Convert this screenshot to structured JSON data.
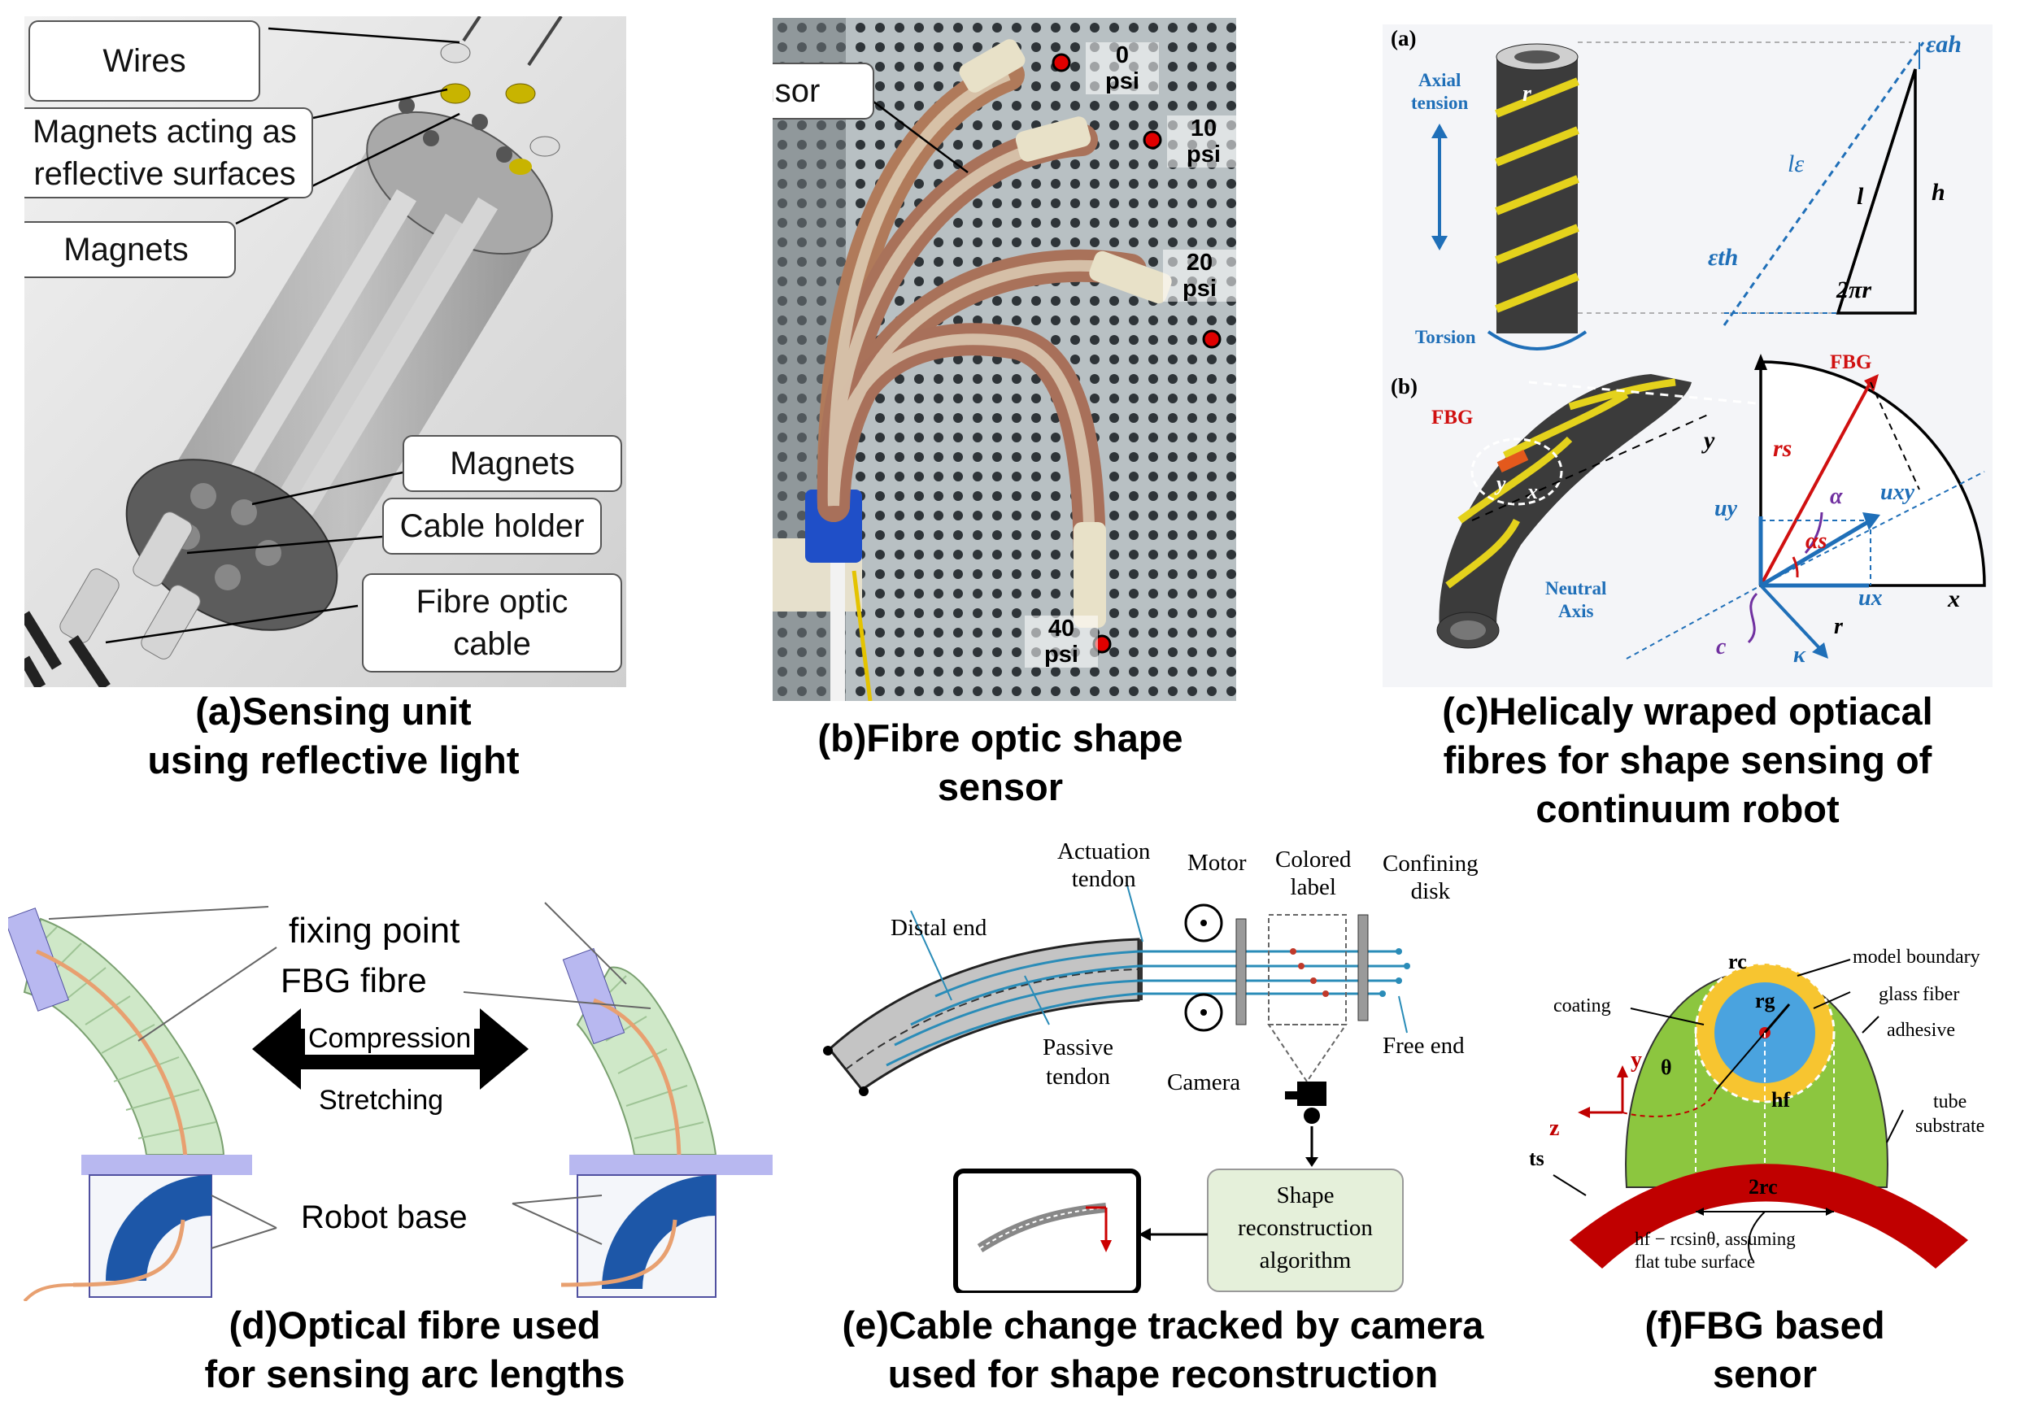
{
  "panel_a": {
    "caption_line1": "(a)Sensing unit",
    "caption_line2": "using reflective light",
    "callouts": {
      "wires": "Wires",
      "reflective_line1": "Magnets acting as",
      "reflective_line2": "reflective surfaces",
      "magnets_top": "Magnets",
      "magnets_bottom": "Magnets",
      "cable_holder": "Cable holder",
      "fibre_line1": "Fibre optic",
      "fibre_line2": "cable"
    }
  },
  "panel_b": {
    "caption_line1": "(b)Fibre optic shape",
    "caption_line2": "sensor",
    "sensor_label": "Sensor",
    "pressure_labels": [
      {
        "value": "0",
        "unit": "psi"
      },
      {
        "value": "10",
        "unit": "psi"
      },
      {
        "value": "20",
        "unit": "psi"
      },
      {
        "value": "40",
        "unit": "psi"
      }
    ]
  },
  "panel_c": {
    "caption_line1": "(c)Helicaly  wraped optiacal",
    "caption_line2": "fibres for shape sensing of",
    "caption_line3": "continuum robot",
    "sub_a": "(a)",
    "sub_b": "(b)",
    "axial_tension": "Axial\ntension",
    "torsion": "Torsion",
    "r": "r",
    "l_eps": "lε",
    "l": "l",
    "h": "h",
    "eps_a_h": "εah",
    "eps_t_h": "εth",
    "two_pi_r": "2πr",
    "fbg": "FBG",
    "fbg2": "FBG",
    "y": "y",
    "x": "x",
    "y_small": "y",
    "x_small": "x",
    "rs": "rs",
    "alpha": "α",
    "alpha_s": "αs",
    "uxy": "uxy",
    "uy": "uy",
    "ux": "ux",
    "r2": "r",
    "c": "c",
    "kappa": "κ",
    "neutral_axis": "Neutral\nAxis"
  },
  "panel_d": {
    "caption_line1": "(d)Optical fibre used",
    "caption_line2": "for sensing arc lengths",
    "fixing_point": "fixing point",
    "fbg_fibre": "FBG fibre",
    "compression": "Compression",
    "stretching": "Stretching",
    "robot_base": "Robot base"
  },
  "panel_e": {
    "caption_line1": "(e)Cable change tracked by camera",
    "caption_line2": "used for shape reconstruction",
    "actuation_tendon": "Actuation\ntendon",
    "motor": "Motor",
    "colored_label": "Colored\nlabel",
    "confining_disk": "Confining\ndisk",
    "distal_end": "Distal end",
    "passive_tendon": "Passive\ntendon",
    "free_end": "Free end",
    "camera": "Camera",
    "algorithm": "Shape\nreconstruction\nalgorithm"
  },
  "panel_f": {
    "caption_line1": "(f)FBG based",
    "caption_line2": "senor",
    "rc": "rc",
    "rg": "rg",
    "model_boundary": "model boundary",
    "glass_fiber": "glass fiber",
    "coating": "coating",
    "adhesive": "adhesive",
    "theta": "θ",
    "hf": "hf",
    "tube_substrate": "tube\nsubstrate",
    "two_rc": "2rc",
    "ts": "ts",
    "y": "y",
    "z": "z",
    "note": "hf − rcsinθ, assuming\nflat tube surface"
  },
  "colors": {
    "yellow_fiber": "#e4d21c",
    "blue_arrow": "#1f6fb8",
    "fbg_red": "#d01010",
    "green_adhesive": "#8cc63f",
    "tube_red": "#c00000",
    "bellows_green": "#cfe8c8",
    "base_blue": "#1d57a8"
  }
}
